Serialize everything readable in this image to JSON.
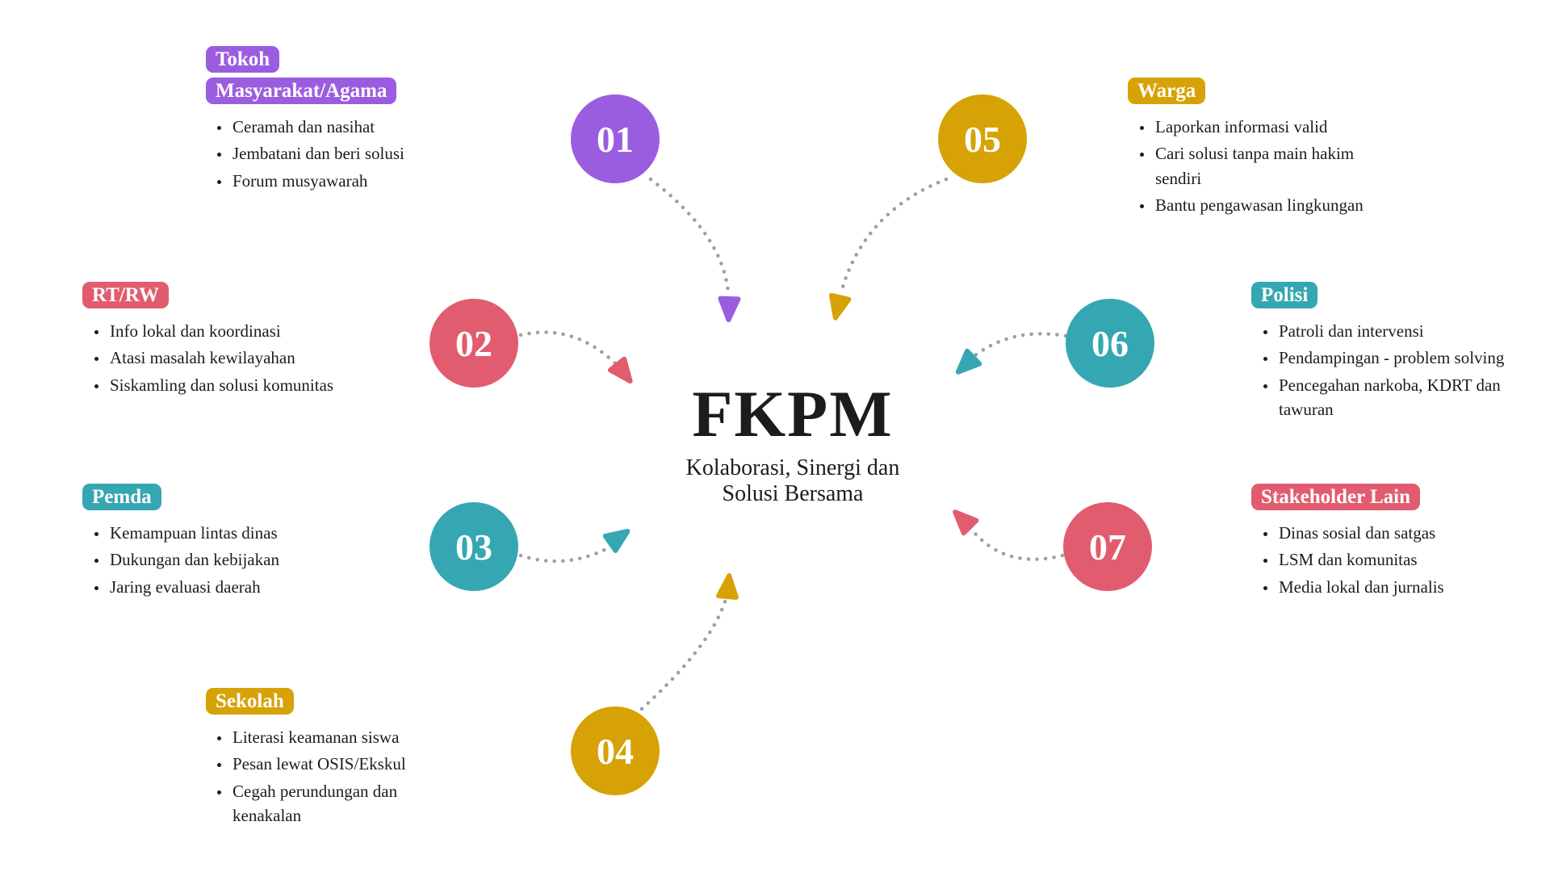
{
  "center": {
    "title": "FKPM",
    "subtitle": "Kolaborasi, Sinergi dan Solusi Bersama"
  },
  "nodes": [
    {
      "number": "01",
      "label": "Tokoh Masyarakat/Agama",
      "color": "#9b5de0",
      "bullets": [
        "Ceramah dan nasihat",
        "Jembatani dan beri solusi",
        "Forum musyawarah"
      ]
    },
    {
      "number": "02",
      "label": "RT/RW",
      "color": "#e25c6f",
      "bullets": [
        "Info lokal dan koordinasi",
        "Atasi masalah kewilayahan",
        "Siskamling dan solusi komunitas"
      ]
    },
    {
      "number": "03",
      "label": "Pemda",
      "color": "#35a7b2",
      "bullets": [
        "Kemampuan lintas dinas",
        "Dukungan dan kebijakan",
        "Jaring evaluasi daerah"
      ]
    },
    {
      "number": "04",
      "label": "Sekolah",
      "color": "#d7a206",
      "bullets": [
        "Literasi keamanan siswa",
        "Pesan lewat OSIS/Ekskul",
        "Cegah perundungan dan kenakalan"
      ]
    },
    {
      "number": "05",
      "label": "Warga",
      "color": "#d7a206",
      "bullets": [
        "Laporkan informasi valid",
        "Cari solusi tanpa main hakim sendiri",
        "Bantu pengawasan lingkungan"
      ]
    },
    {
      "number": "06",
      "label": "Polisi",
      "color": "#35a7b2",
      "bullets": [
        "Patroli dan intervensi",
        "Pendampingan - problem solving",
        "Pencegahan narkoba, KDRT dan tawuran"
      ]
    },
    {
      "number": "07",
      "label": "Stakeholder Lain",
      "color": "#e25c6f",
      "bullets": [
        "Dinas sosial dan satgas",
        "LSM dan komunitas",
        "Media lokal dan jurnalis"
      ]
    }
  ],
  "colors": {
    "purple": "#9b5de0",
    "pink": "#e25c6f",
    "teal": "#35a7b2",
    "gold": "#d7a206",
    "connector": "#9f9f9f",
    "background": "#ffffff",
    "text": "#1c1c1c"
  }
}
